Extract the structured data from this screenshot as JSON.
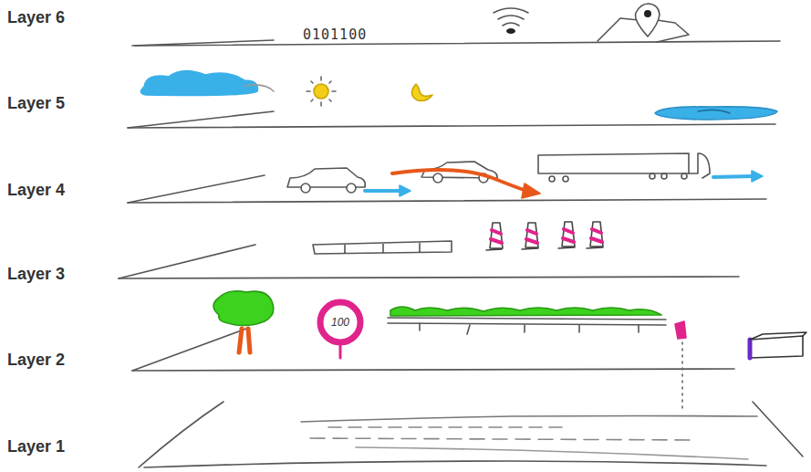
{
  "diagram": {
    "labels": [
      "Layer 6",
      "Layer 5",
      "Layer 4",
      "Layer 3",
      "Layer 2",
      "Layer 1",
      "0101100",
      "100"
    ]
  }
}
